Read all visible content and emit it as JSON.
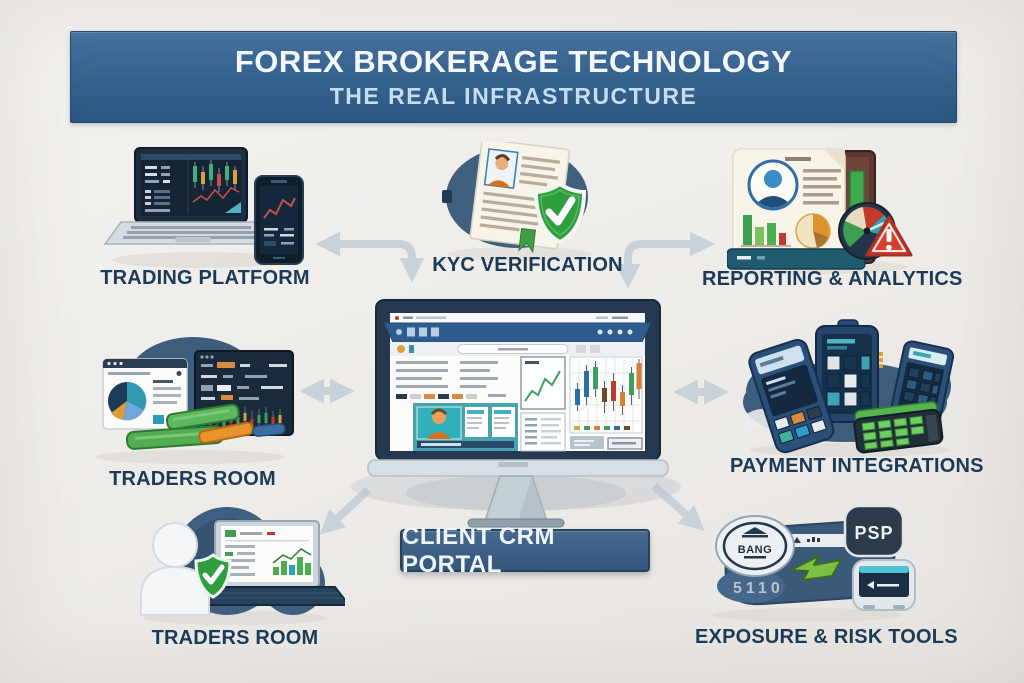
{
  "header": {
    "title": "FOREX BROKERAGE TECHNOLOGY",
    "subtitle": "THE REAL INFRASTRUCTURE"
  },
  "center_node": {
    "label": "CLIENT CRM PORTAL"
  },
  "nodes": {
    "trading_platform": {
      "label": "TRADING PLATFORM"
    },
    "kyc_verification": {
      "label": "KYC VERIFICATION"
    },
    "reporting_analytics": {
      "label": "REPORTING & ANALYTICS"
    },
    "traders_room": {
      "label": "TRADERS ROOM"
    },
    "payment_integrations": {
      "label": "PAYMENT INTEGRATIONS"
    },
    "client_traders_room": {
      "label": "TRADERS ROOM"
    },
    "exposure_risk": {
      "label": "EXPOSURE & RISK TOOLS",
      "bank_badge": "BANG",
      "psp_badge": "PSP",
      "embossed_digits": "5110"
    }
  },
  "connectors": [
    {
      "from": "kyc_verification",
      "to": "trading_platform",
      "style": "elbow"
    },
    {
      "from": "kyc_verification",
      "to": "crm_portal",
      "style": "elbow-down"
    },
    {
      "from": "kyc_verification",
      "to": "reporting_analytics",
      "style": "elbow"
    },
    {
      "from": "traders_room",
      "to": "crm_portal",
      "style": "double-headed"
    },
    {
      "from": "payment_integrations",
      "to": "crm_portal",
      "style": "double-headed"
    },
    {
      "from": "crm_portal",
      "to": "client_traders_room",
      "style": "diagonal"
    },
    {
      "from": "crm_portal",
      "to": "exposure_risk",
      "style": "diagonal"
    }
  ],
  "icons": {
    "trading_platform": "laptop-with-phone-charts-icon",
    "kyc_verification": "id-document-shield-check-icon",
    "reporting_analytics": "report-doc-gauge-alert-icon",
    "traders_room": "dashboard-windows-cash-icon",
    "payment_integrations": "pos-terminals-icon",
    "client_crm_portal": "desktop-monitor-dashboard-icon",
    "client_traders_room": "user-shield-laptop-icon",
    "exposure_risk": "bank-psp-risk-icon",
    "connector": "gray-arrow"
  },
  "colors": {
    "background": "#efedea",
    "banner_blue_top": "#44719e",
    "banner_blue_bottom": "#2d5781",
    "banner_text": "#f5f9fc",
    "banner_subtext": "#c6ddee",
    "label_navy": "#1b3a58",
    "arrow_gray": "#c9d2d9",
    "portal_box_blue": "#3b608a",
    "shield_green": "#2f9e3c",
    "alert_red": "#d7402f",
    "teal_accent": "#3fa3b5",
    "orange_accent": "#d98c3f"
  }
}
